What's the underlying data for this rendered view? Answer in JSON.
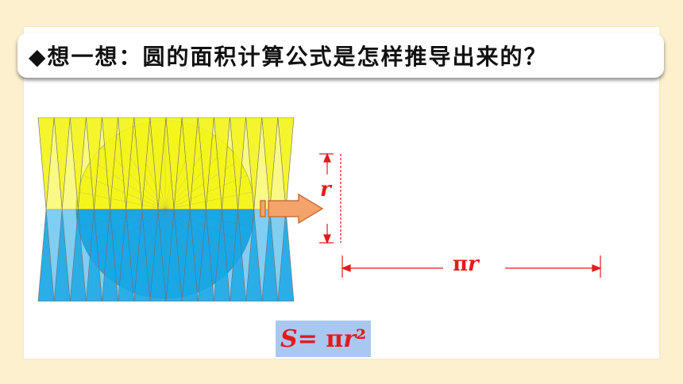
{
  "title": {
    "text": "◆想一想：圆的面积计算公式是怎样推导出来的？"
  },
  "figure": {
    "sector_count": 32,
    "colors": {
      "top_half": "#f5f51e",
      "bottom_half": "#1aa7e6",
      "outline": "#6f6f6f",
      "arrow_fill": "#f4a46b",
      "arrow_stroke": "#c8703a",
      "dimension_red": "#e31a1a",
      "formula_background": "#a9c8f0"
    }
  },
  "labels": {
    "height": "r",
    "width_pi": "π",
    "width_r": "r"
  },
  "formula": {
    "S": "S",
    "equals_pi": " = π",
    "r": "r",
    "exp": "²"
  }
}
